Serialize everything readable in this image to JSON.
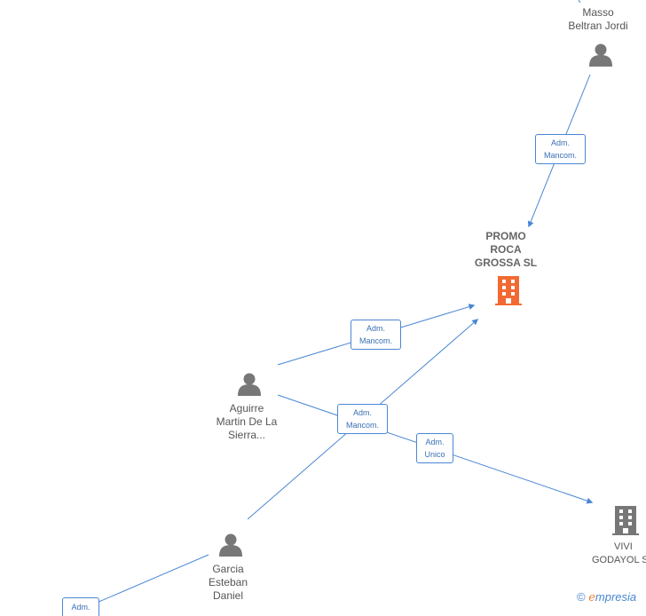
{
  "nodes": {
    "masso": {
      "name": "Masso Beltran Jordi",
      "line1": "Masso",
      "line2": "Beltran Jordi",
      "type": "person"
    },
    "promo": {
      "line1": "PROMO",
      "line2": "ROCA",
      "line3": "GROSSA  SL",
      "type": "company-main"
    },
    "aguirre": {
      "line1": "Aguirre",
      "line2": "Martin De La",
      "line3": "Sierra...",
      "type": "person"
    },
    "garcia": {
      "line1": "Garcia",
      "line2": "Esteban",
      "line3": "Daniel",
      "type": "person"
    },
    "vivi": {
      "line1": "VIVI",
      "line2": "GODAYOL  S",
      "type": "company"
    }
  },
  "edges": {
    "masso_promo": {
      "line1": "Adm.",
      "line2": "Mancom."
    },
    "aguirre_promo": {
      "line1": "Adm.",
      "line2": "Mancom."
    },
    "garcia_promo": {
      "line1": "Adm.",
      "line2": "Mancom."
    },
    "aguirre_vivi": {
      "line1": "Adm.",
      "line2": "Unico"
    },
    "garcia_other": {
      "line1": "Adm."
    }
  },
  "colors": {
    "edge": "#4a86d4",
    "person_icon": "#777777",
    "main_company_icon": "#f26a32",
    "company_icon": "#777777"
  },
  "footer": {
    "copyright": "©",
    "brand_initial": "e",
    "brand_rest": "mpresia"
  }
}
